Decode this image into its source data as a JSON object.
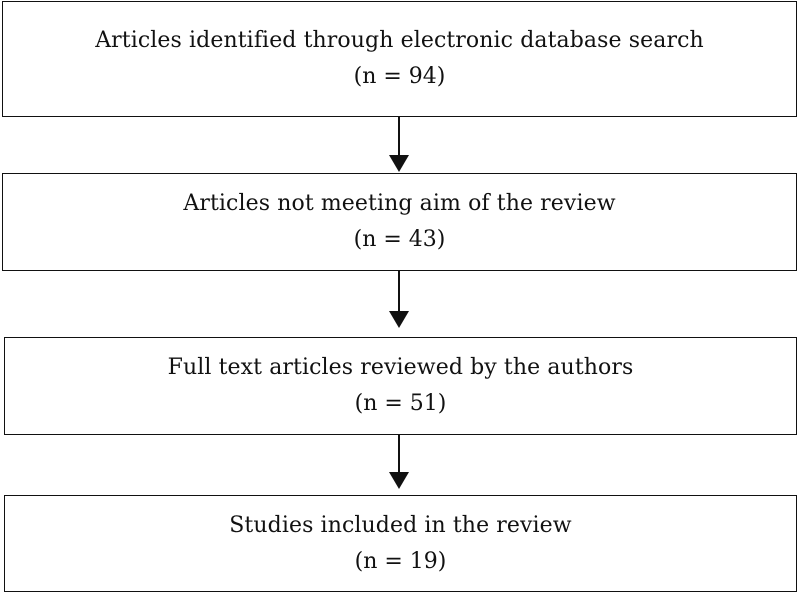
{
  "boxes": [
    {
      "label": "Articles identified through electronic database search",
      "count": "(n = 94)"
    },
    {
      "label": "Articles not meeting aim of the review",
      "count": "(n = 43)"
    },
    {
      "label": "Full text articles reviewed by the authors",
      "count": "(n = 51)"
    },
    {
      "label": "Studies included in the review",
      "count": "(n = 19)"
    }
  ],
  "colors": {
    "stroke": "#111111",
    "background": "#ffffff"
  }
}
